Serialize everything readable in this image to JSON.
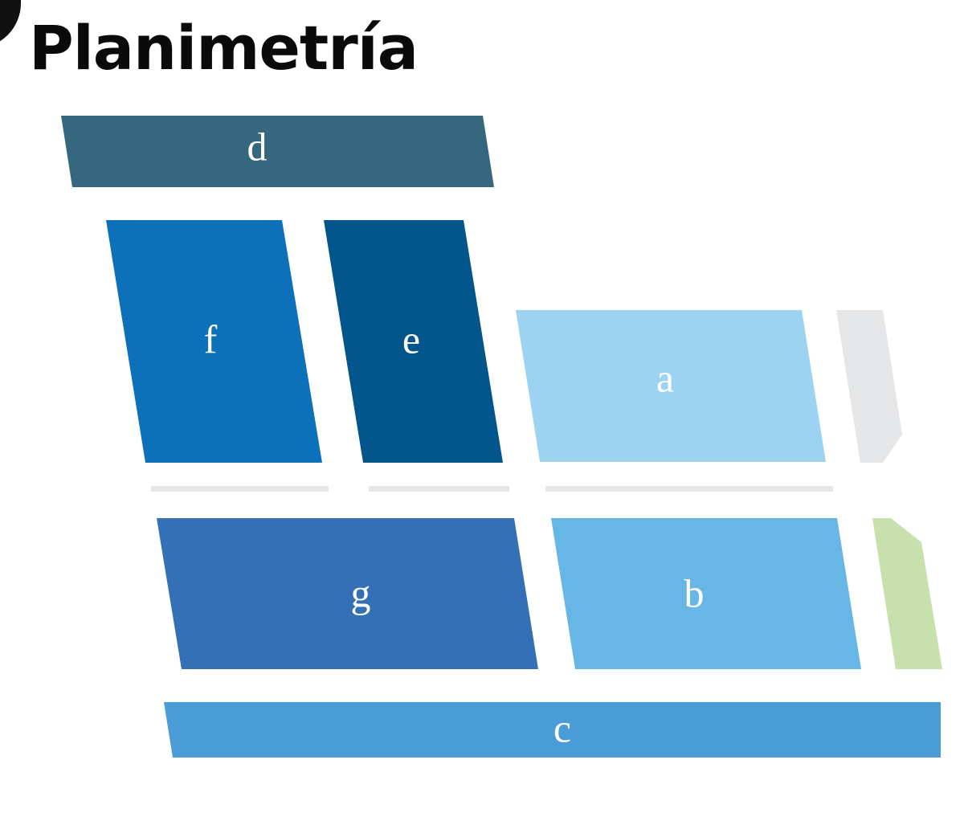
{
  "title": "Planimetría",
  "colors": {
    "block_d": "#35677f",
    "block_f": "#0c71b8",
    "block_e": "#02568b",
    "block_a": "#9bd3f0",
    "block_g": "#3370b6",
    "block_b": "#67b7e6",
    "block_c": "#4a9cd6",
    "shape_gray": "#e5e6e7",
    "shape_green": "#c8e0ad",
    "divider": "#e5e6e7"
  },
  "blocks": {
    "d": "d",
    "f": "f",
    "e": "e",
    "a": "a",
    "g": "g",
    "b": "b",
    "c": "c"
  }
}
